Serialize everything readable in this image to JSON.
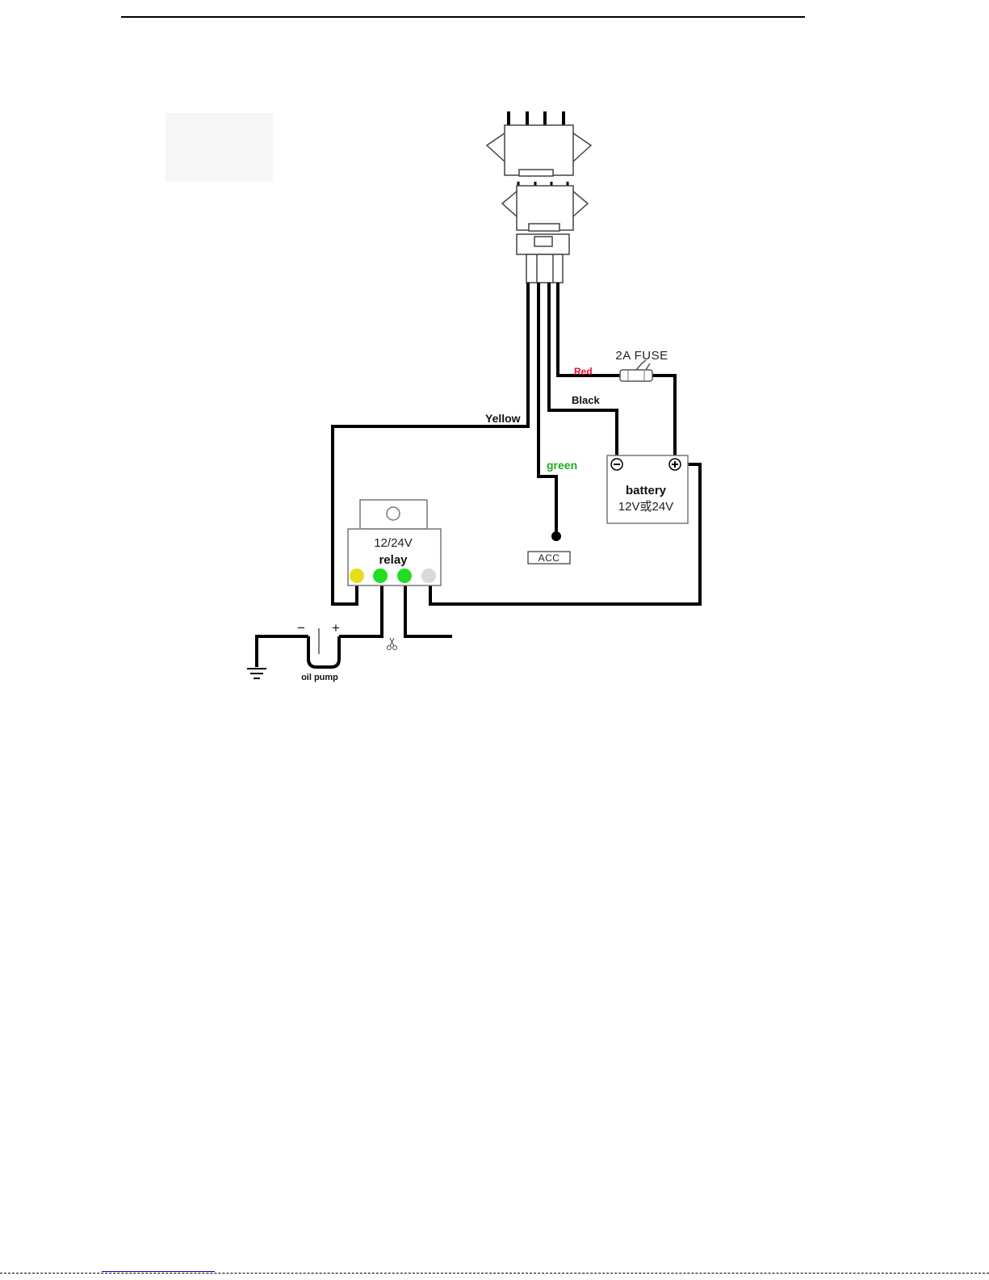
{
  "wires": {
    "red_label": "Red",
    "black_label": "Black",
    "yellow_label": "Yellow",
    "green_label": "green"
  },
  "fuse": {
    "label": "2A  FUSE"
  },
  "battery": {
    "title": "battery",
    "voltage": "12V或24V",
    "neg_symbol": "−",
    "pos_symbol": "+"
  },
  "relay": {
    "voltage": "12/24V",
    "title": "relay"
  },
  "acc": {
    "label": "ACC"
  },
  "oil_pump": {
    "label": "oil pump",
    "minus": "−",
    "plus": "+"
  },
  "colors": {
    "red": "#e8112d",
    "green": "#22aa22",
    "relay_yellow": "#e8dc1e",
    "relay_green": "#22dd22",
    "relay_grey": "#d4dcd4"
  }
}
